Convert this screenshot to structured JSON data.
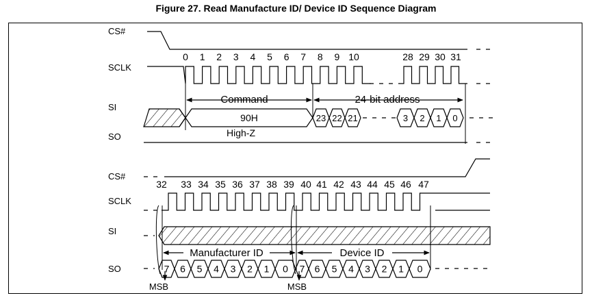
{
  "title": "Figure 27. Read Manufacture ID/ Device ID Sequence Diagram",
  "panel1": {
    "signals": [
      "CS#",
      "SCLK",
      "SI",
      "SO"
    ],
    "clock_numbers": [
      "0",
      "1",
      "2",
      "3",
      "4",
      "5",
      "6",
      "7",
      "8",
      "9",
      "10",
      "28",
      "29",
      "30",
      "31"
    ],
    "command_label": "Command",
    "address_label": "24-bit address",
    "command_value": "90H",
    "address_bits": [
      "23",
      "22",
      "21",
      "3",
      "2",
      "1",
      "0"
    ],
    "so_state": "High-Z"
  },
  "panel2": {
    "signals": [
      "CS#",
      "SCLK",
      "SI",
      "SO"
    ],
    "clock_numbers": [
      "32",
      "33",
      "34",
      "35",
      "36",
      "37",
      "38",
      "39",
      "40",
      "41",
      "42",
      "43",
      "44",
      "45",
      "46",
      "47"
    ],
    "manufacturer_label": "Manufacturer ID",
    "device_label": "Device ID",
    "manufacturer_bits": [
      "7",
      "6",
      "5",
      "4",
      "3",
      "2",
      "1",
      "0"
    ],
    "device_bits": [
      "7",
      "6",
      "5",
      "4",
      "3",
      "2",
      "1",
      "0"
    ],
    "msb_label": "MSB"
  }
}
